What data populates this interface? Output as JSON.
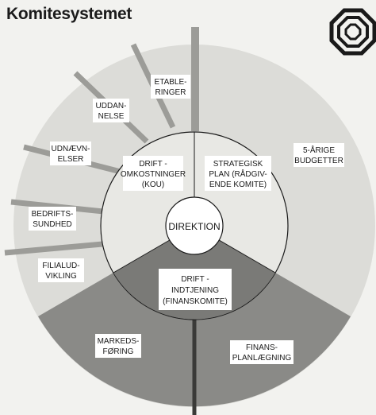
{
  "header": {
    "title": "Komitesystemet",
    "logo": "company-logo-emblem"
  },
  "diagram": {
    "center": "DIREKTION",
    "inner": [
      {
        "id": "drift-omkostninger",
        "lines": [
          "DRIFT -",
          "OMKOSTNINGER",
          "(KOU)"
        ]
      },
      {
        "id": "strategisk-plan",
        "lines": [
          "STRATEGISK",
          "PLAN (RÅDGIV-",
          "ENDE KOMITE)"
        ]
      },
      {
        "id": "drift-indtjening",
        "lines": [
          "DRIFT -",
          "INDTJENING",
          "(FINANSKOMITE)"
        ]
      }
    ],
    "outer": [
      {
        "id": "etableringer",
        "lines": [
          "ETABLE-",
          "RINGER"
        ]
      },
      {
        "id": "uddannelse",
        "lines": [
          "UDDAN-",
          "NELSE"
        ]
      },
      {
        "id": "udnaevnelser",
        "lines": [
          "UDNÆVN-",
          "ELSER"
        ]
      },
      {
        "id": "bedriftssundhed",
        "lines": [
          "BEDRIFTS-",
          "SUNDHED"
        ]
      },
      {
        "id": "filialudvikling",
        "lines": [
          "FILIALUD-",
          "VIKLING"
        ]
      },
      {
        "id": "5-aarige-budgetter",
        "lines": [
          "5-ÅRIGE",
          "BUDGETTER"
        ]
      },
      {
        "id": "markedsforing",
        "lines": [
          "MARKEDS-",
          "FØRING"
        ]
      },
      {
        "id": "finansplanlaegning",
        "lines": [
          "FINANS-",
          "PLANLÆGNING"
        ]
      }
    ],
    "colors": {
      "background": "#f2f2ef",
      "light_sector": "#dcdcd8",
      "dark_sector": "#8a8a87",
      "divider": "#9c9c98",
      "box": "#ffffff",
      "stroke": "#1a1a1a"
    }
  }
}
